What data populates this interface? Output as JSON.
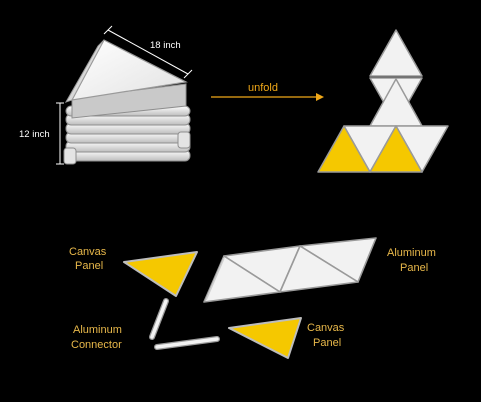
{
  "labels": {
    "width": "18 inch",
    "height": "12 inch",
    "unfold": "unfold",
    "canvas_panel_1": [
      "Canvas",
      "Panel"
    ],
    "aluminum_panel": [
      "Aluminum",
      "Panel"
    ],
    "aluminum_connector": [
      "Aluminum",
      "Connector"
    ],
    "canvas_panel_2": [
      "Canvas",
      "Panel"
    ]
  },
  "colors": {
    "background": "#000000",
    "canvas_yellow": "#f5c800",
    "label_gold": "#e8b84a",
    "panel_white": "#f2f2f2",
    "outline": "#9a9a9a",
    "dimension_line": "#ffffff",
    "arrow": "#f0a818"
  }
}
